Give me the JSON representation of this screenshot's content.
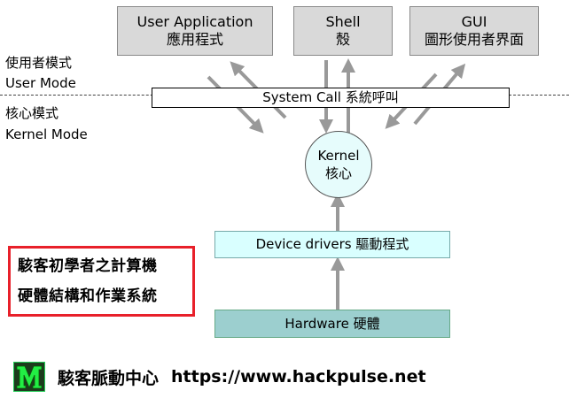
{
  "diagram": {
    "top_boxes": [
      {
        "en": "User Application",
        "zh": "應用程式"
      },
      {
        "en": "Shell",
        "zh": "殼"
      },
      {
        "en": "GUI",
        "zh": "圖形使用者界面"
      }
    ],
    "modes": {
      "user_zh": "使用者模式",
      "user_en": "User Mode",
      "kernel_zh": "核心模式",
      "kernel_en": "Kernel Mode"
    },
    "system_call": "System Call 系統呼叫",
    "kernel": {
      "en": "Kernel",
      "zh": "核心"
    },
    "device_drivers": "Device drivers 驅動程式",
    "hardware": "Hardware 硬體",
    "colors": {
      "top_box": "#d9d9d9",
      "kernel": "#e6fcfc",
      "drivers": "#d9ffff",
      "hardware": "#9ccfcf",
      "arrow": "#999999",
      "promo_border": "#e8202a"
    }
  },
  "promo": {
    "line1": "駭客初學者之計算機",
    "line2": "硬體結構和作業系統"
  },
  "footer": {
    "logo_icon": "hackpulse-m-logo",
    "name": "駭客脈動中心",
    "url": "https://www.hackpulse.net"
  }
}
